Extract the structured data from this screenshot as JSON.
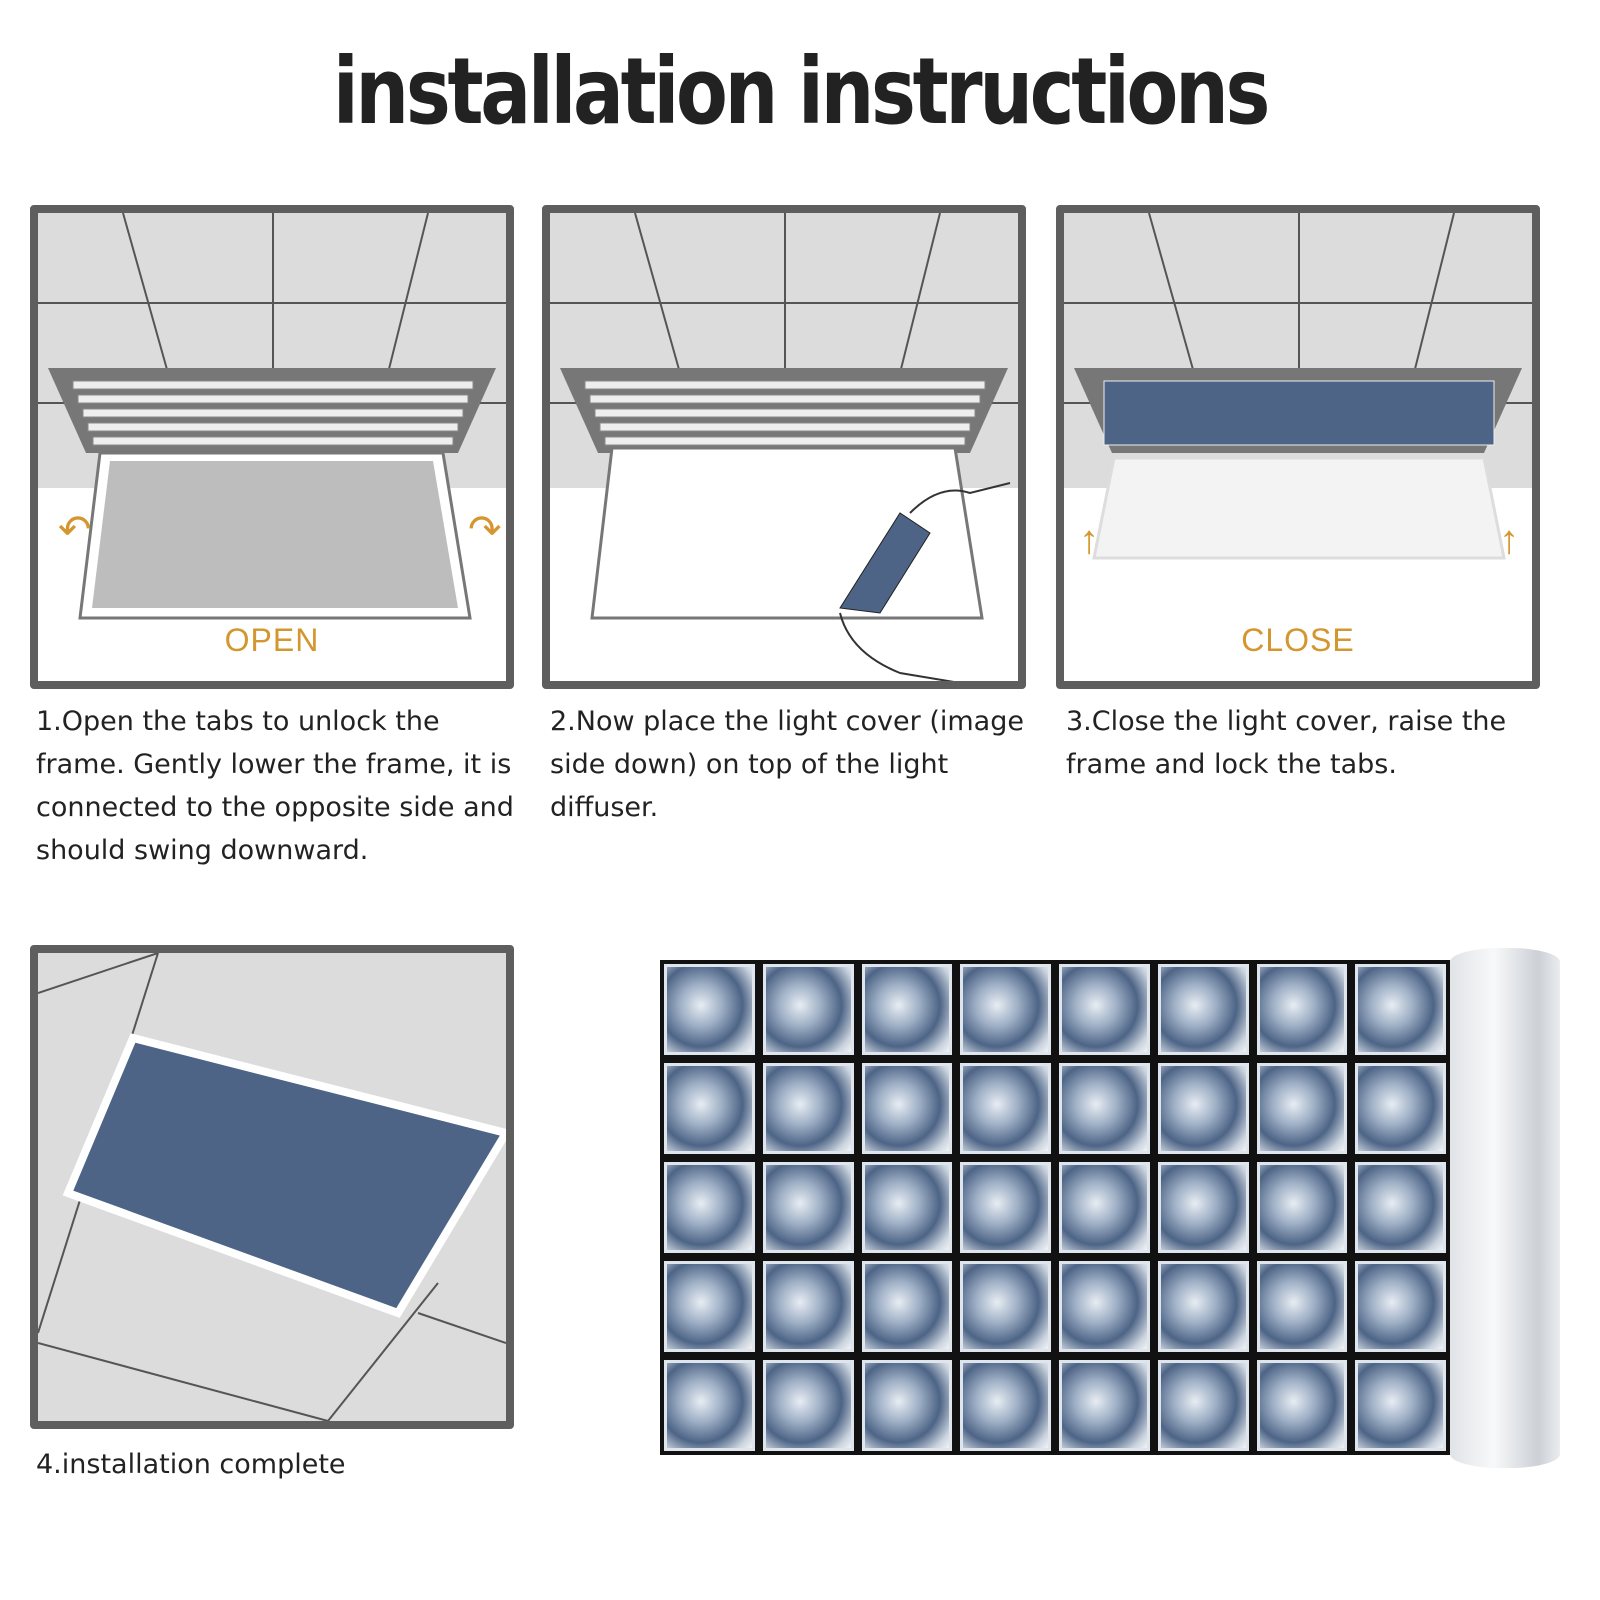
{
  "title": "installation instructions",
  "steps": [
    {
      "label": "OPEN",
      "caption": "1.Open the tabs to unlock the frame. Gently lower the frame, it is connected to the opposite side and should swing downward."
    },
    {
      "caption": "2.Now place the light cover (image side down) on top of the light diffuser."
    },
    {
      "label": "CLOSE",
      "caption": "3.Close the light cover, raise the frame and lock the tabs."
    },
    {
      "caption": "4.installation complete"
    }
  ],
  "colors": {
    "accent": "#d4962e",
    "border": "#5e5e5e",
    "ceiling": "#dcdcdc"
  }
}
